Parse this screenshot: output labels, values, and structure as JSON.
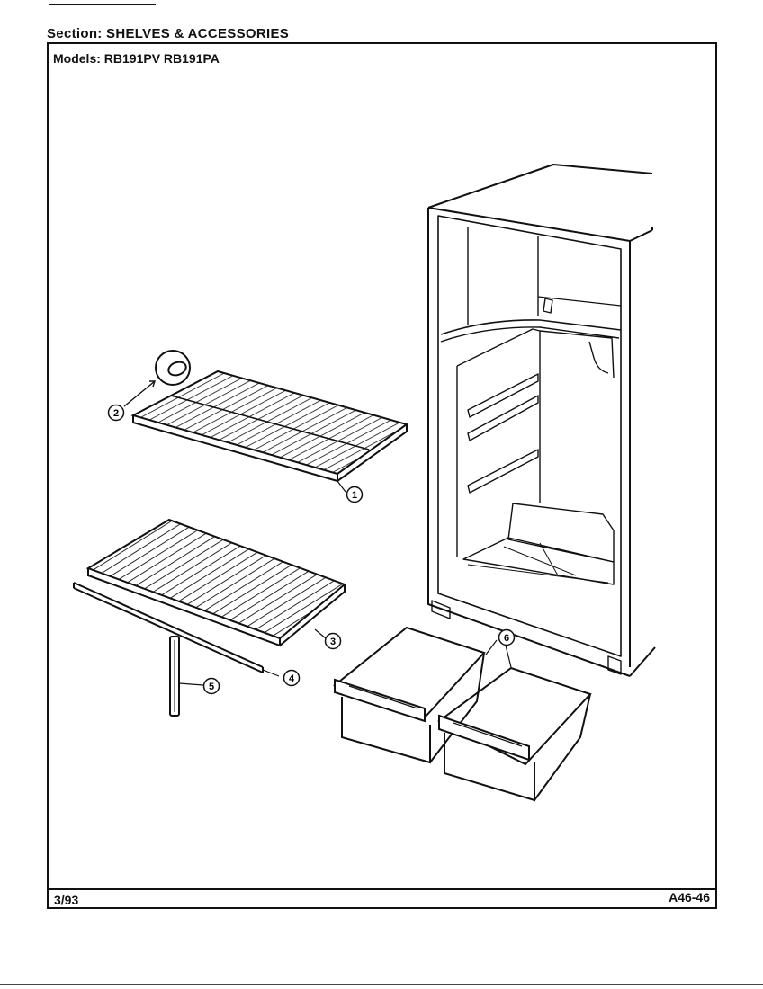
{
  "header": {
    "section_label": "Section:",
    "section_value": "SHELVES & ACCESSORIES",
    "models_label": "Models:",
    "models_value": "RB191PV RB191PA"
  },
  "footer": {
    "date": "3/93",
    "code": "A46-46"
  },
  "callouts": [
    "1",
    "2",
    "3",
    "4",
    "5",
    "6"
  ]
}
